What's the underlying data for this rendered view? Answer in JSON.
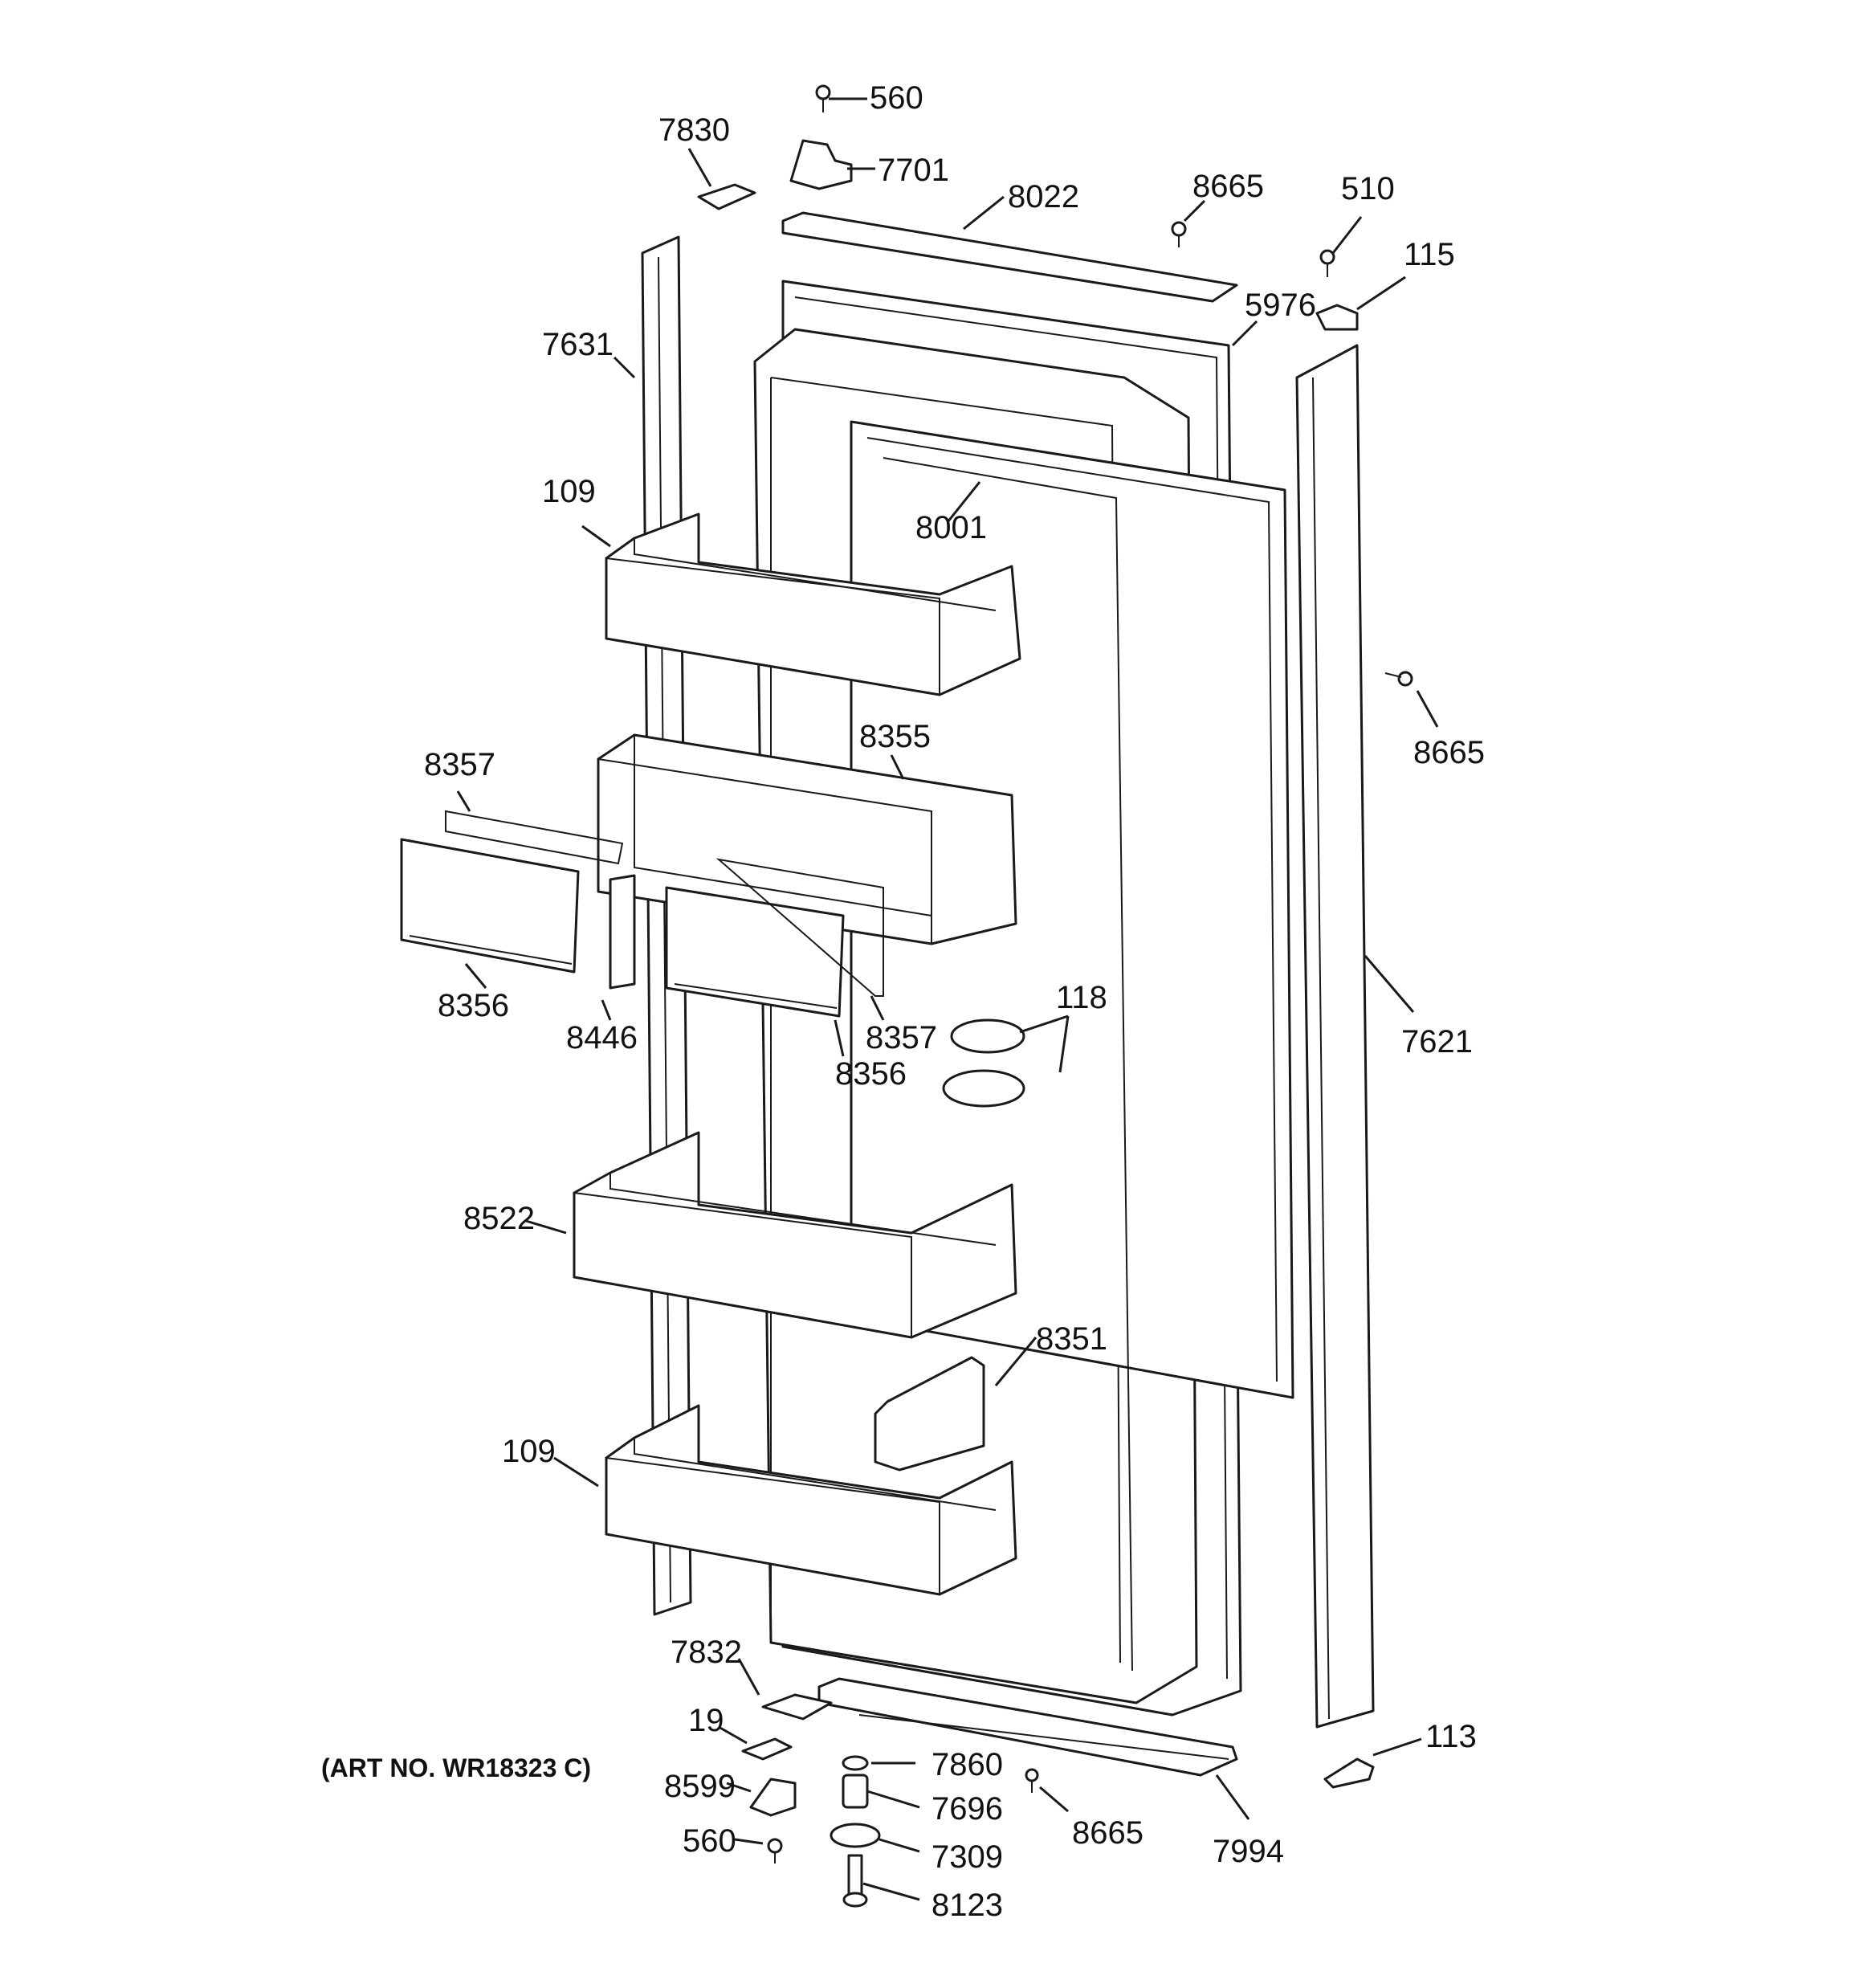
{
  "art_number": "(ART NO. WR18323 C)",
  "callouts": [
    "560",
    "7830",
    "7701",
    "8022",
    "8665",
    "510",
    "115",
    "5976",
    "7631",
    "109",
    "8001",
    "8665",
    "8357",
    "8355",
    "8356",
    "8446",
    "8357",
    "8356",
    "118",
    "7621",
    "8522",
    "8351",
    "109",
    "7832",
    "19",
    "7860",
    "8599",
    "7696",
    "560",
    "7309",
    "8123",
    "8665",
    "7994",
    "113"
  ],
  "colors": {
    "line": "#1a1a1a",
    "background": "#ffffff"
  }
}
